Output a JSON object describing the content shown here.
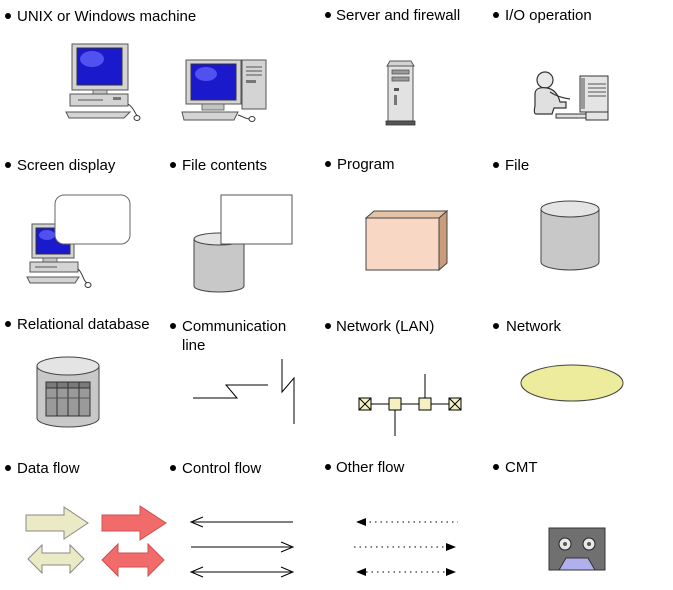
{
  "labels": {
    "unix_windows": "UNIX or Windows machine",
    "server_firewall": "Server and firewall",
    "io_operation": "I/O operation",
    "screen_display": "Screen display",
    "file_contents": "File contents",
    "program": "Program",
    "file": "File",
    "relational_database": "Relational database",
    "communication_line": "Communication\nline",
    "network_lan": "Network (LAN)",
    "network": "Network",
    "data_flow": "Data flow",
    "control_flow": "Control flow",
    "other_flow": "Other flow",
    "cmt": "CMT"
  },
  "colors": {
    "screen_blue": "#1a1acc",
    "machine_gray": "#d4d4d4",
    "program_fill": "#f8d8c4",
    "lan_node_fill": "#f4f0c0",
    "network_fill": "#ecec9c",
    "data_flow_light": "#eaeac4",
    "data_flow_red": "#f26b6b",
    "cylinder_gray": "#c8c8c8",
    "cmt_body": "#707070",
    "cmt_label": "#b0b0ec"
  }
}
